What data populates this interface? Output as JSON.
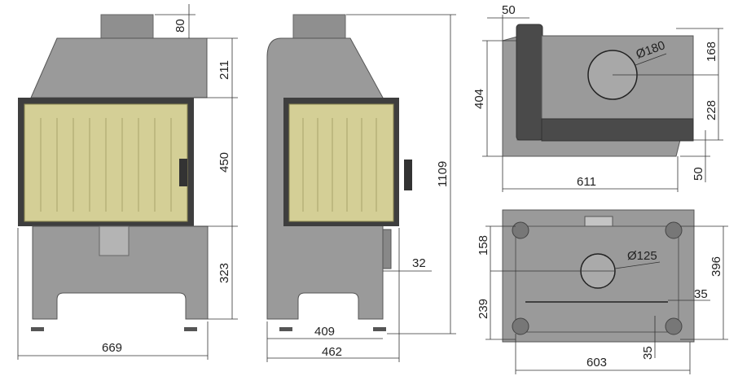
{
  "title": "Fireplace insert dimension drawing",
  "colors": {
    "body": "#9a9a9a",
    "glass": "#d4cf96",
    "frame": "#3e3e3e"
  },
  "dimensions": {
    "front": {
      "flue_height": "80",
      "hood_height": "211",
      "door_height": "450",
      "base_height": "323",
      "width": "669"
    },
    "side": {
      "total_height": "1109",
      "handle_offset": "32",
      "body_depth": "409",
      "total_depth": "462"
    },
    "top": {
      "wall_offset": "50",
      "depth": "404",
      "width": "611",
      "flue_diameter": "Ø180",
      "flue_front": "168",
      "flue_back": "228",
      "bottom_offset": "50"
    },
    "bottom": {
      "air_front": "158",
      "air_back": "239",
      "depth": "396",
      "air_diameter": "Ø125",
      "side_offset": "35",
      "width": "603",
      "rear_offset": "35"
    }
  }
}
